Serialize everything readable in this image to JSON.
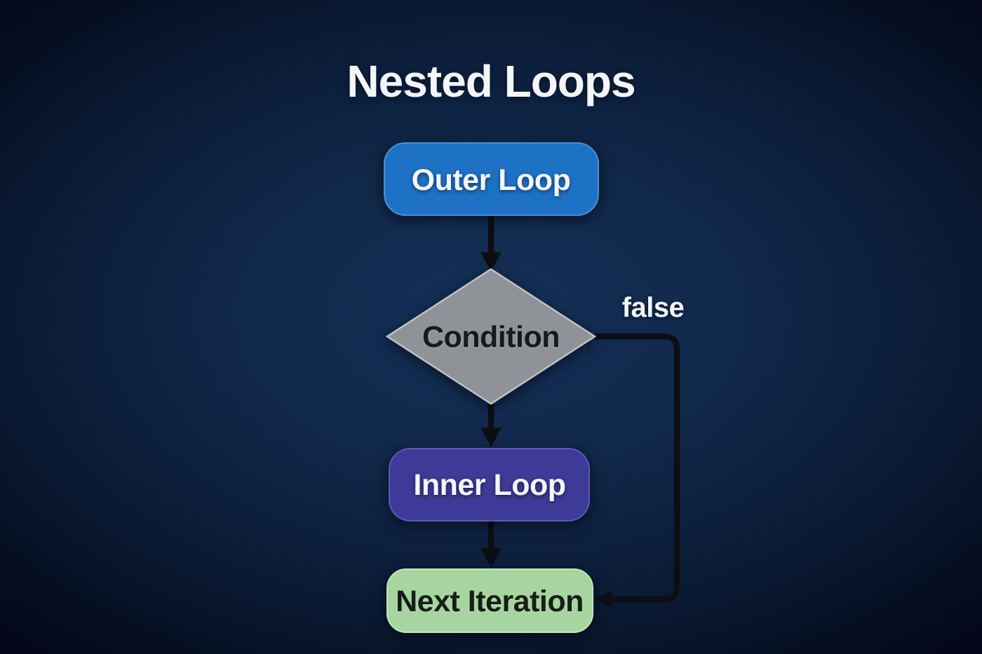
{
  "title": "Nested Loops",
  "diagram_type": "flowchart",
  "colors": {
    "background_center": "#143058",
    "background_edge": "#04091a",
    "connector": "#0c0e13",
    "title_text": "#f3f5f8"
  },
  "nodes": [
    {
      "id": "outer-loop",
      "label": "Outer Loop",
      "shape": "rounded-rect",
      "fill": "#1e72c5",
      "border": "#4a90d6",
      "text_color": "#f3f5f8"
    },
    {
      "id": "condition",
      "label": "Condition",
      "shape": "diamond",
      "fill": "#8f9296",
      "border": "#c0c3c4",
      "text_color": "#17191c"
    },
    {
      "id": "inner-loop",
      "label": "Inner Loop",
      "shape": "rounded-rect",
      "fill": "#3e3a97",
      "border": "#5d58b6",
      "text_color": "#f3f5f8"
    },
    {
      "id": "next-iteration",
      "label": "Next Iteration",
      "shape": "rounded-rect",
      "fill": "#a6d5a0",
      "border": "#c3e6bd",
      "text_color": "#171d17"
    }
  ],
  "edges": [
    {
      "from": "outer-loop",
      "to": "condition",
      "label": ""
    },
    {
      "from": "condition",
      "to": "inner-loop",
      "label": ""
    },
    {
      "from": "inner-loop",
      "to": "next-iteration",
      "label": ""
    },
    {
      "from": "condition",
      "to": "next-iteration",
      "label": "false"
    }
  ]
}
